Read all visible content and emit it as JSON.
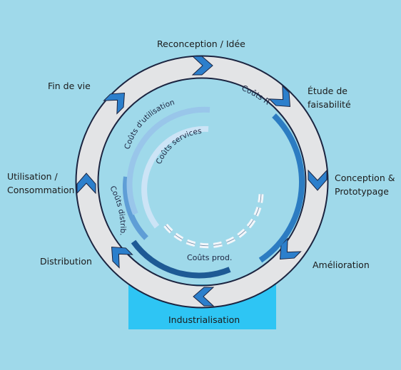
{
  "stages": {
    "reconception": "Reconception / Idée",
    "etude": "Étude de\nfaisabilité",
    "conception": "Conception &\nPrototypage",
    "amelioration": "Amélioration",
    "industrialisation": "Industrialisation",
    "distribution": "Distribution",
    "utilisation": "Utilisation /\nConsommation",
    "fin_de_vie": "Fin de vie"
  },
  "costs": {
    "rd": "Coûts R&D",
    "prod": "Coûts prod.",
    "distrib": "Coûts distrib.",
    "utilisation": "Coûts d'utilisation",
    "services": "Coûts services"
  },
  "colors": {
    "background": "#9fd9ea",
    "ring": "#e3e4e6",
    "ring_outline": "#1b2440",
    "chevron": "#2c7fcc",
    "industrialisation_box": "#2ec5f4",
    "cost_rd": "#2c7cc2",
    "cost_prod": "#1e5a95",
    "cost_distrib": "#5f9ed6",
    "cost_utilisation": "#99c6ea",
    "cost_services": "#cce4f6"
  }
}
